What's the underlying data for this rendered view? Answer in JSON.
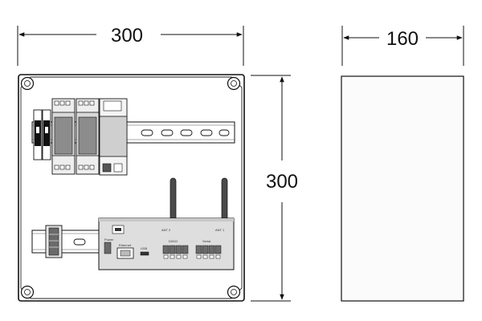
{
  "dimensions": {
    "front_width": "300",
    "front_height": "300",
    "side_depth": "160"
  },
  "module_labels": {
    "antenna_left": "ANT 2",
    "antenna_right": "ANT 1",
    "power": "Power",
    "ethernet": "Ethernet",
    "usb": "USB",
    "dio": "DI/DO",
    "serial": "Serial"
  },
  "colors": {
    "line": "#111111",
    "enclosure": "#ffffff",
    "side_panel": "#fbfbfb",
    "module_fill": "#d9d9d9",
    "module_dark": "#8c8c8c",
    "antenna": "#4a4a4a",
    "terminal_green": "#6a6a6a"
  }
}
